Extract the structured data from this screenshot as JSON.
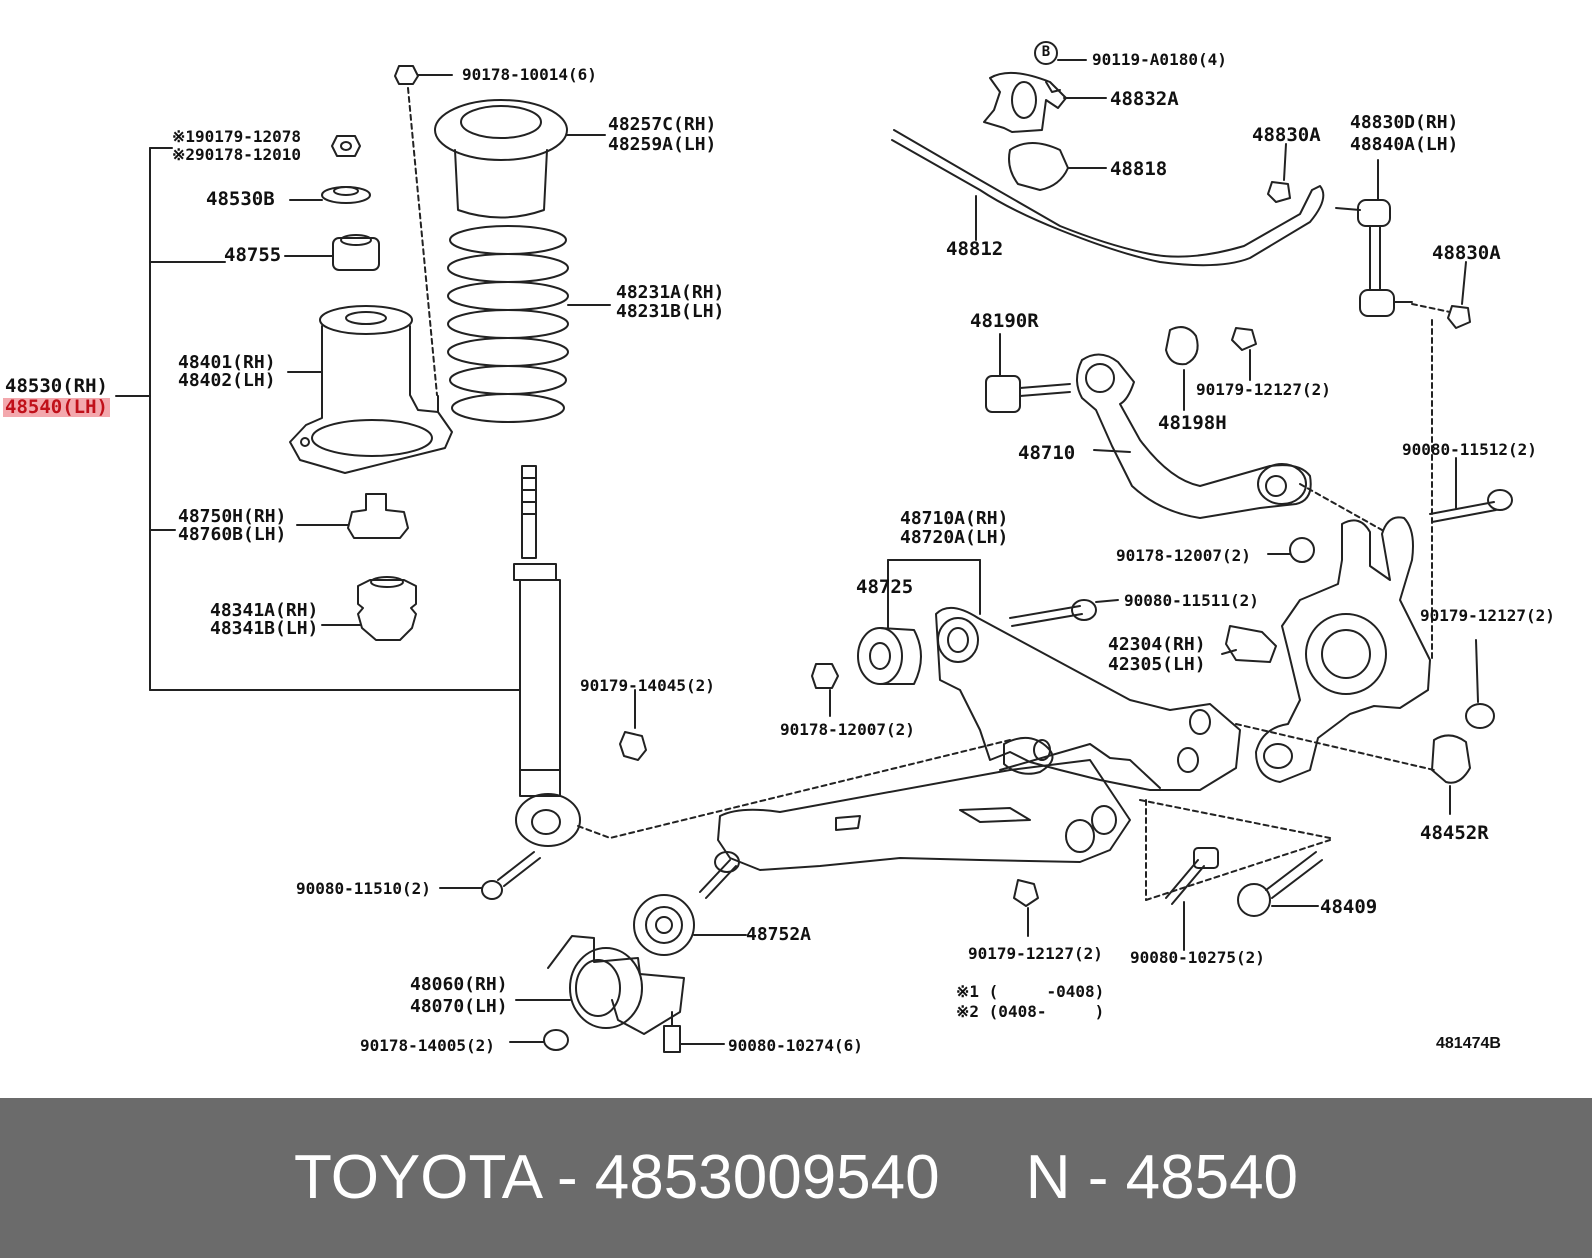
{
  "labels": {
    "p48530": "48530(RH)",
    "p48540": "48540(LH)",
    "p190179": "※190179-12078",
    "p290178": "※290178-12010",
    "p48530B": "48530B",
    "p48755": "48755",
    "p48401": "48401(RH)",
    "p48402": "48402(LH)",
    "p48750H": "48750H(RH)",
    "p48760B": "48760B(LH)",
    "p48341A": "48341A(RH)",
    "p48341B": "48341B(LH)",
    "p90178_10014": "90178-10014(6)",
    "p48257C": "48257C(RH)",
    "p48259A": "48259A(LH)",
    "p48231A": "48231A(RH)",
    "p48231B": "48231B(LH)",
    "p90179_14045": "90179-14045(2)",
    "p90080_11510": "90080-11510(2)",
    "p48752A": "48752A",
    "p48060": "48060(RH)",
    "p48070": "48070(LH)",
    "p90178_14005": "90178-14005(2)",
    "p90080_10274": "90080-10274(6)",
    "p90119": "90119-A0180(4)",
    "p48832A": "48832A",
    "p48818": "48818",
    "p48812": "48812",
    "p48830A_top": "48830A",
    "p48830D": "48830D(RH)",
    "p48840A": "48840A(LH)",
    "p48830A_r": "48830A",
    "p48190R": "48190R",
    "p48198H": "48198H",
    "p90179_12127_a": "90179-12127(2)",
    "p48710": "48710",
    "p90080_11512": "90080-11512(2)",
    "p48710A": "48710A(RH)",
    "p48720A": "48720A(LH)",
    "p90178_12007_a": "90178-12007(2)",
    "p48725": "48725",
    "p90080_11511": "90080-11511(2)",
    "p42304": "42304(RH)",
    "p42305": "42305(LH)",
    "p90179_12127_b": "90179-12127(2)",
    "p90178_12007_b": "90178-12007(2)",
    "p48452R": "48452R",
    "p48409": "48409",
    "p90179_12127_c": "90179-12127(2)",
    "p90080_10275": "90080-10275(2)",
    "note1": "※1 (     -0408)",
    "note2": "※2 (0408-     )",
    "diagram_code": "481474B"
  },
  "circle_b": "B",
  "highlight_color": "#c0101a",
  "footer": {
    "text": "TOYOTA - 4853009540     N - 48540",
    "background": "#6b6b6b"
  }
}
